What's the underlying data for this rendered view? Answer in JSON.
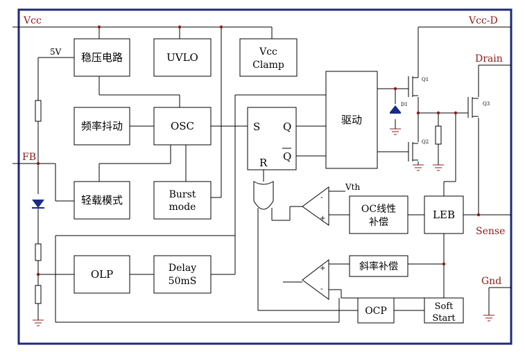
{
  "pins": {
    "vcc": "Vcc",
    "vcc_d": "Vcc-D",
    "drain": "Drain",
    "fb": "FB",
    "sense": "Sense",
    "gnd": "Gnd"
  },
  "labels": {
    "five_v": "5V",
    "vth": "Vth",
    "s": "S",
    "q": "Q",
    "qbar": "Q",
    "r": "R",
    "d1": "D1",
    "q1": "Q1",
    "q2": "Q2",
    "q3": "Q3"
  },
  "blocks": {
    "regulator": "稳压电路",
    "uvlo": "UVLO",
    "vcc_clamp_1": "Vcc",
    "vcc_clamp_2": "Clamp",
    "jitter": "频率抖动",
    "osc": "OSC",
    "light_load": "轻载模式",
    "burst_1": "Burst",
    "burst_2": "mode",
    "olp": "OLP",
    "delay_1": "Delay",
    "delay_2": "50mS",
    "driver": "驱动",
    "oc_comp_1": "OC线性",
    "oc_comp_2": "补偿",
    "leb": "LEB",
    "slope": "斜率补偿",
    "ocp": "OCP",
    "soft_1": "Soft",
    "soft_2": "Start"
  },
  "colors": {
    "border": "#1f2a7a",
    "pin_label": "#8b1a1a",
    "wire": "#000000",
    "junction": "#8b1a1a"
  }
}
